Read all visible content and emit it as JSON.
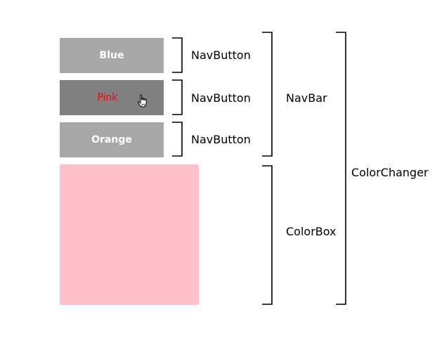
{
  "nav_buttons": [
    {
      "label": "Blue",
      "text_color": "#ffffff",
      "state": "normal"
    },
    {
      "label": "Pink",
      "text_color": "#ff0000",
      "state": "hovered"
    },
    {
      "label": "Orange",
      "text_color": "#ffffff",
      "state": "normal"
    }
  ],
  "color_box": {
    "color": "#ffc0cb"
  },
  "annotations": {
    "nav_button_1": "NavButton",
    "nav_button_2": "NavButton",
    "nav_button_3": "NavButton",
    "nav_bar": "NavBar",
    "color_box": "ColorBox",
    "color_changer": "ColorChanger"
  },
  "colors": {
    "button_bg": "#a8a8a8",
    "button_bg_hover": "#808080",
    "bracket": "#000000"
  },
  "icons": {
    "cursor": "hand-pointer-icon"
  }
}
